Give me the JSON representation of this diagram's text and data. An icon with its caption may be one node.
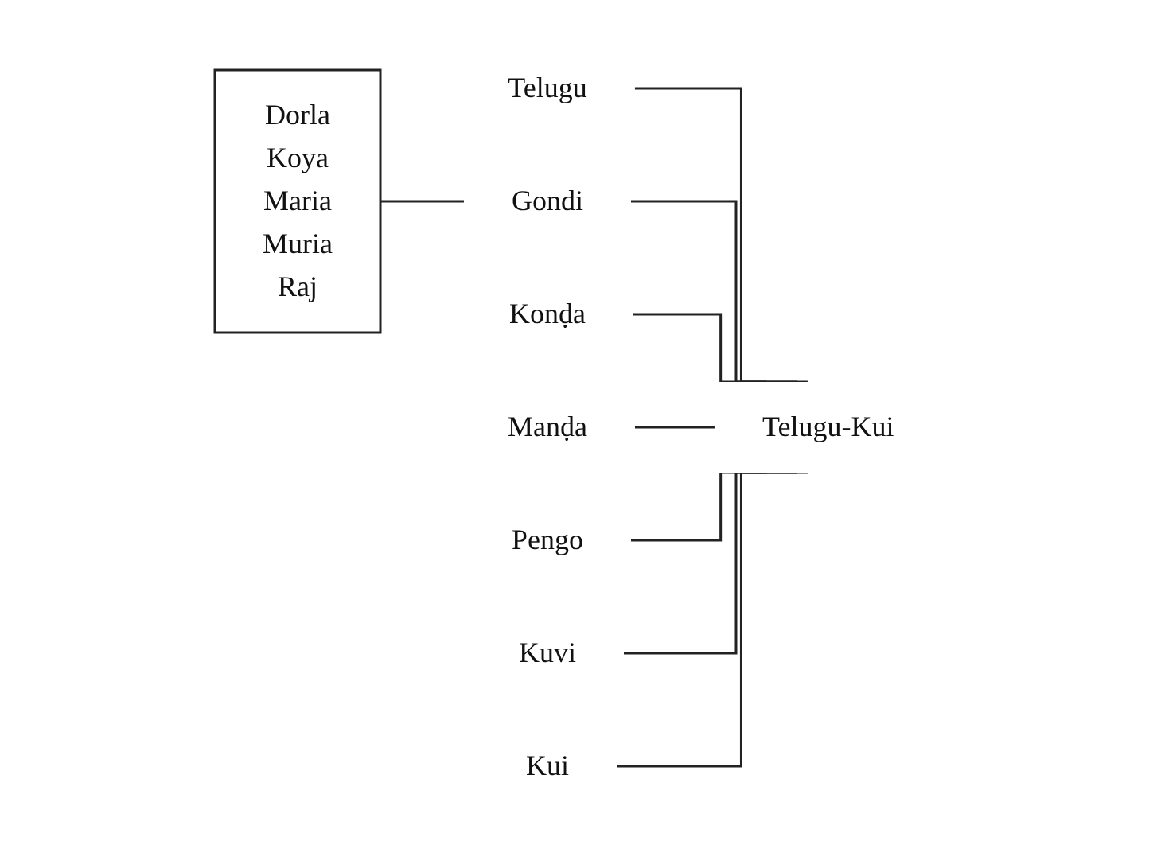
{
  "diagram": {
    "nodes": [
      {
        "text": [
          "Telugu"
        ]
      },
      {
        "text": [
          "Telugu-Kui"
        ]
      },
      {
        "text": [
          "Dorla",
          "Koya",
          "Maria",
          "Muria",
          "Raj"
        ]
      },
      {
        "text": [
          "Gondi"
        ]
      },
      {
        "text": [
          "Konḍa"
        ]
      },
      {
        "text": [
          "Manḍa"
        ]
      },
      {
        "text": [
          "Pengo"
        ]
      },
      {
        "text": [
          "Kuvi"
        ]
      },
      {
        "text": [
          "Kui"
        ]
      }
    ],
    "edges": [
      {
        "from": 2,
        "to": 3,
        "arrow": "none"
      },
      {
        "from": 0,
        "to": 1,
        "arrow": "none"
      },
      {
        "from": 3,
        "to": 1,
        "arrow": "none"
      },
      {
        "from": 4,
        "to": 1,
        "arrow": "none"
      },
      {
        "from": 5,
        "to": 1,
        "arrow": "none"
      },
      {
        "from": 6,
        "to": 1,
        "arrow": "none"
      },
      {
        "from": 7,
        "to": 1,
        "arrow": "none"
      },
      {
        "from": 8,
        "to": 1,
        "arrow": "none"
      }
    ]
  }
}
